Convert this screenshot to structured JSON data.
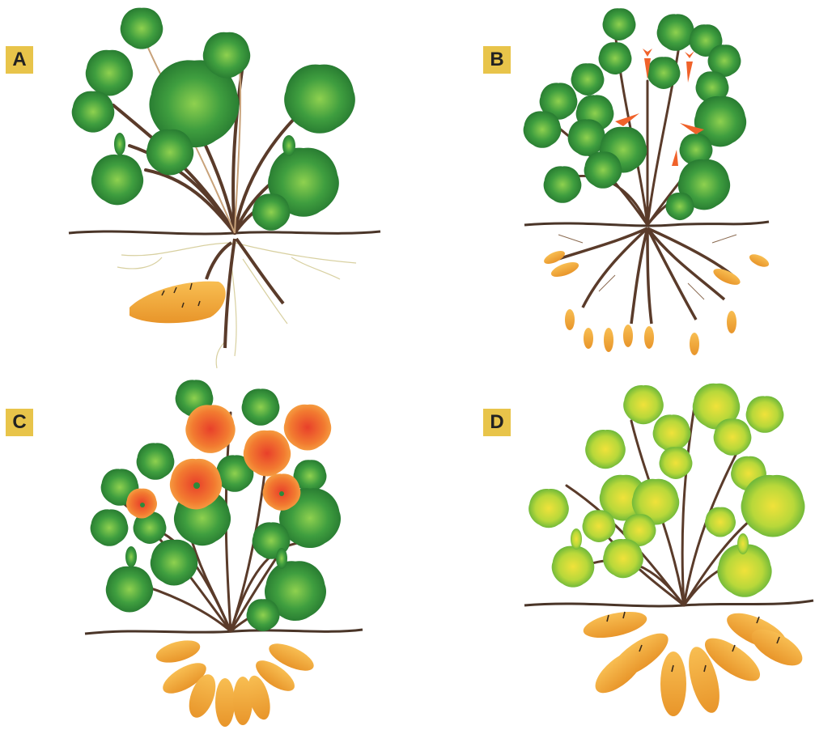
{
  "panels": [
    {
      "id": "A",
      "label": "A",
      "stage": "young-plant-single-tuber"
    },
    {
      "id": "B",
      "label": "B",
      "stage": "flowering-small-tubers"
    },
    {
      "id": "C",
      "label": "C",
      "stage": "full-bloom-tubers"
    },
    {
      "id": "D",
      "label": "D",
      "stage": "mature-yellowing-large-tubers"
    }
  ],
  "colors": {
    "label_bg": "#e8c44a",
    "leaf_dark": "#2f8a3a",
    "leaf_light": "#4fb34f",
    "leaf_yellow": "#c8dc3a",
    "stem": "#5a3b2a",
    "tuber": "#f3a93a",
    "flower": "#f07a2a",
    "soil_line": "#4a3528"
  }
}
